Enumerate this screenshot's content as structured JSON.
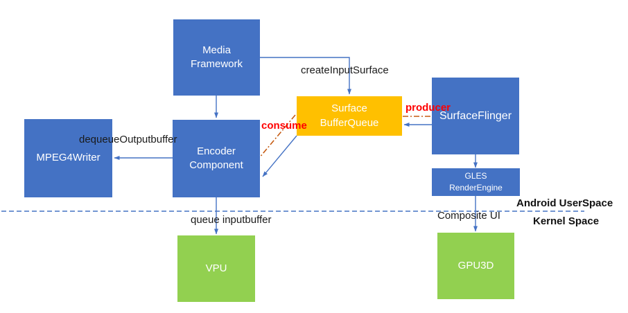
{
  "diagram": {
    "nodes": {
      "media_framework": {
        "label": "Media\nFramework"
      },
      "mpeg4writer": {
        "label": "MPEG4Writer"
      },
      "encoder": {
        "label": "Encoder\nComponent"
      },
      "buffer_queue": {
        "label": "Surface\nBufferQueue"
      },
      "surfaceflinger": {
        "label": "SurfaceFlinger"
      },
      "gles": {
        "label": "GLES\nRenderEngine"
      },
      "vpu": {
        "label": "VPU"
      },
      "gpu3d": {
        "label": "GPU3D"
      }
    },
    "edge_labels": {
      "create_input_surface": "createInputSurface",
      "dequeue_output_buffer": "dequeueOutputbuffer",
      "queue_input_buffer": "queue inputbuffer",
      "composite_ui": "Composite UI",
      "producer": "producer",
      "consume": "consume"
    },
    "zones": {
      "user_space": "Android UserSpace",
      "kernel_space": "Kernel Space"
    },
    "colors": {
      "node_blue": "#4472C4",
      "node_orange": "#FFC000",
      "node_green": "#92D050",
      "wire_blue": "#4472C4",
      "dashdot_orange": "#C55A11",
      "red_label": "#FF0000"
    }
  }
}
